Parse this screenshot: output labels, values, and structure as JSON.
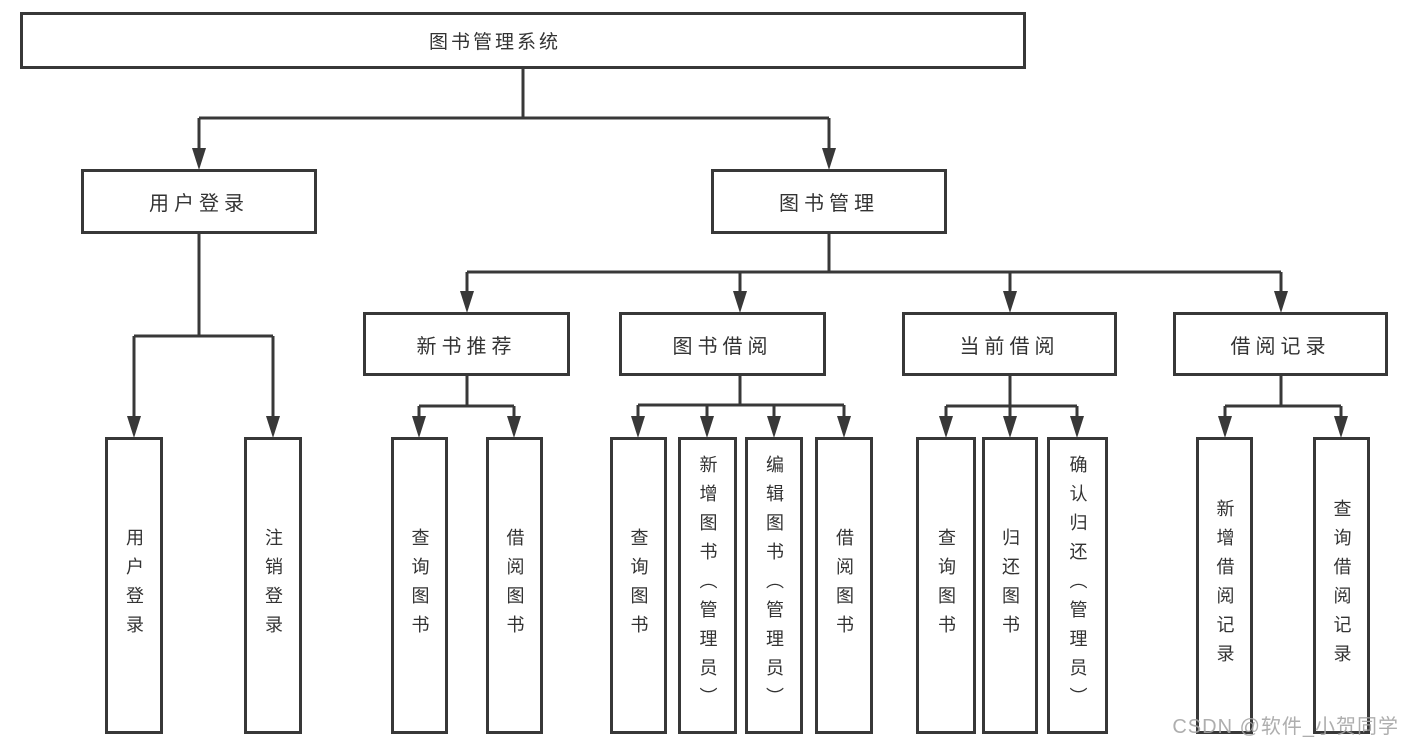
{
  "tree": {
    "root": {
      "label": "图书管理系统"
    },
    "branches": [
      {
        "label": "用户登录",
        "children": [
          {
            "label": "用户登录"
          },
          {
            "label": "注销登录"
          }
        ]
      },
      {
        "label": "图书管理",
        "children": [
          {
            "label": "新书推荐",
            "children": [
              {
                "label": "查询图书"
              },
              {
                "label": "借阅图书"
              }
            ]
          },
          {
            "label": "图书借阅",
            "children": [
              {
                "label": "查询图书"
              },
              {
                "label": "新增图书（管理员）"
              },
              {
                "label": "编辑图书（管理员）"
              },
              {
                "label": "借阅图书"
              }
            ]
          },
          {
            "label": "当前借阅",
            "children": [
              {
                "label": "查询图书"
              },
              {
                "label": "归还图书"
              },
              {
                "label": "确认归还（管理员）"
              }
            ]
          },
          {
            "label": "借阅记录",
            "children": [
              {
                "label": "新增借阅记录"
              },
              {
                "label": "查询借阅记录"
              }
            ]
          }
        ]
      }
    ]
  },
  "watermark": {
    "text": "CSDN @软件_小贺同学"
  },
  "colors": {
    "line": "#383838",
    "box_border": "#383838",
    "text": "#333333",
    "background": "#ffffff",
    "watermark": "#a5a5a5"
  }
}
